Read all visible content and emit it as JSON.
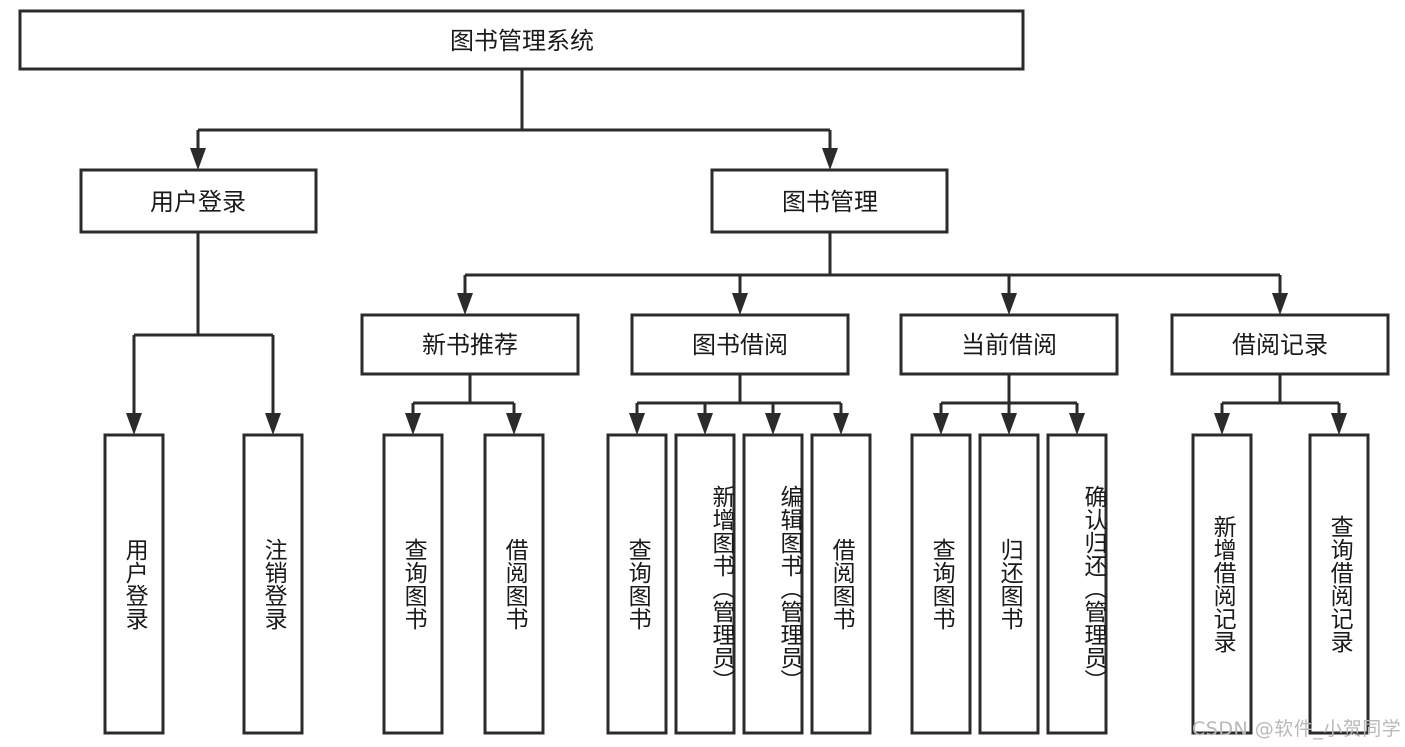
{
  "diagram": {
    "title": "图书管理系统",
    "type": "tree-hierarchy-diagram",
    "watermark": "CSDN @软件_小贺同学",
    "colors": {
      "stroke": "#2b2b2b",
      "box_fill": "#ffffff",
      "text": "#1a1a1a",
      "background": "#ffffff",
      "watermark": "#b9b9b9"
    },
    "nodes": {
      "root": {
        "label": "图书管理系统"
      },
      "level2": [
        {
          "id": "user-login",
          "label": "用户登录"
        },
        {
          "id": "book-manage",
          "label": "图书管理"
        }
      ],
      "level3": [
        {
          "id": "new-book-recommend",
          "label": "新书推荐"
        },
        {
          "id": "book-borrow",
          "label": "图书借阅"
        },
        {
          "id": "current-borrow",
          "label": "当前借阅"
        },
        {
          "id": "borrow-record",
          "label": "借阅记录"
        }
      ],
      "leaves": {
        "user-login": [
          {
            "id": "leaf-user-login",
            "label": "用户登录"
          },
          {
            "id": "leaf-user-logout",
            "label": "注销登录"
          }
        ],
        "new-book-recommend": [
          {
            "id": "leaf-query-book-1",
            "label": "查询图书"
          },
          {
            "id": "leaf-borrow-book-1",
            "label": "借阅图书"
          }
        ],
        "book-borrow": [
          {
            "id": "leaf-query-book-2",
            "label": "查询图书"
          },
          {
            "id": "leaf-add-book",
            "label": "新增图书（管理员）"
          },
          {
            "id": "leaf-edit-book",
            "label": "编辑图书（管理员）"
          },
          {
            "id": "leaf-borrow-book-2",
            "label": "借阅图书"
          }
        ],
        "current-borrow": [
          {
            "id": "leaf-query-book-3",
            "label": "查询图书"
          },
          {
            "id": "leaf-return-book",
            "label": "归还图书"
          },
          {
            "id": "leaf-confirm-return",
            "label": "确认归还（管理员）"
          }
        ],
        "borrow-record": [
          {
            "id": "leaf-add-record",
            "label": "新增借阅记录"
          },
          {
            "id": "leaf-query-record",
            "label": "查询借阅记录"
          }
        ]
      }
    }
  }
}
